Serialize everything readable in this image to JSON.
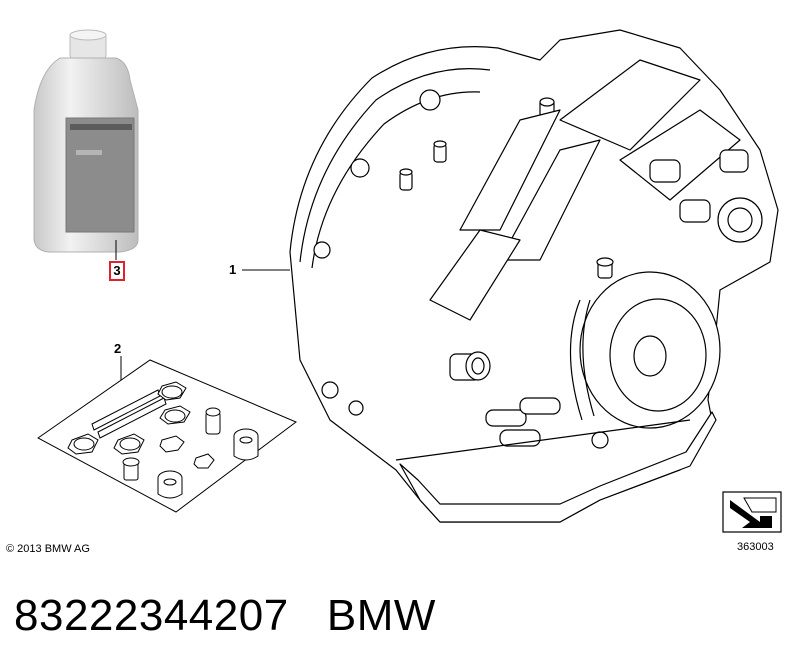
{
  "callouts": {
    "item_1": "1",
    "item_2": "2",
    "item_3": "3"
  },
  "copyright": "© 2013 BMW AG",
  "diagram_number": "363003",
  "caption": {
    "part_number": "83222344207",
    "brand": "BMW"
  },
  "colors": {
    "line": "#000000",
    "highlight": "#e0202a",
    "bottle_shade": "#d9d9d9"
  }
}
